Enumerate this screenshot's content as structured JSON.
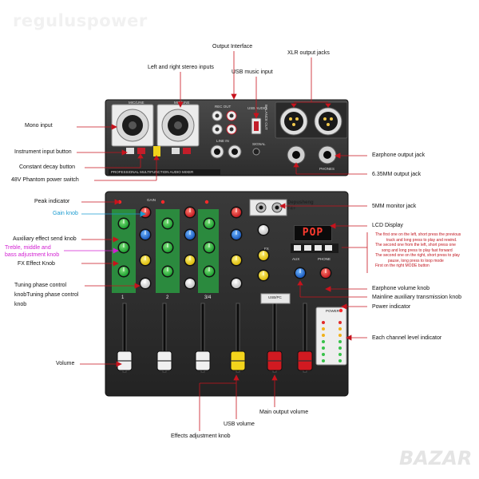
{
  "watermark": "reguluspower",
  "watermark_bottom": "BAZAR",
  "device": {
    "brand": "Depusheng",
    "model": "F4+",
    "panel_title": "PROFESSIONAL MULTIFUNCTION AUDIO MIXER",
    "lcd_text": "POP",
    "channel_labels": [
      "1",
      "2",
      "3/4"
    ],
    "section_labels": {
      "mic_line": "MIC/LINE",
      "rec_out": "REC OUT",
      "line_in": "LINE IN",
      "usb_audio": "USB AUDIO",
      "balance_out": "BALANCE OUT",
      "phones": "PHONES",
      "usb_pc": "USB/PC",
      "power": "POWER",
      "signal": "SIGNAL",
      "aux": "AUX",
      "phone": "PHONE",
      "gain": "GAIN",
      "fx": "FX"
    }
  },
  "callouts": {
    "output_interface": "Output Interface",
    "stereo_inputs": "Left and right stereo inputs",
    "usb_music_input": "USB music input",
    "xlr_output_jacks": "XLR output jacks",
    "mono_input": "Mono input",
    "instrument_input_button": "Instrument input button",
    "constant_decay_button": "Constant decay button",
    "phantom_power_switch": "48V Phantom power switch",
    "earphone_output_jack": "Earphone output jack",
    "output_jack_635": "6.35MM output jack",
    "peak_indicator": "Peak indicator",
    "gain_knob": "Gain knob",
    "monitor_jack_5mm": "5MM monitor jack",
    "lcd_display": "LCD Display",
    "aux_effect_send_knob": "Auxiliary effect send knob",
    "treble_mid_bass_knob": [
      "Treble, middle and",
      "bass adjustment knob"
    ],
    "fx_effect_knob": "FX Effect Knob",
    "tuning_phase_knob": [
      "Tuning phase control",
      "knobTuning phase control",
      "knob"
    ],
    "earphone_volume_knob": "Earphone volume knob",
    "mainline_aux_knob": "Mainline auxiliary transmission knob",
    "power_indicator": "Power indicator",
    "channel_level_indicator": "Each channel level indicator",
    "volume": "Volume",
    "main_output_volume": "Main output volume",
    "usb_volume": "USB volume",
    "effects_adjustment_knob": "Effects adjustment knob"
  },
  "button_notes": [
    "The first one on the left, short press the previous",
    "track and long press to play and rewind.",
    "The second one from the left, short press one",
    "song and long press to play fast forward",
    "The second one on the right, short press to play",
    "pause, long press to loop mode",
    "First on the right MODE button"
  ],
  "colors": {
    "callout_red": "#c8131d",
    "gain_blue": "#1a9bd0",
    "treble_magenta": "#d21fd2",
    "panel_dark": "#2b2b2b",
    "eq_green": "#2ea84b",
    "lcd_red": "#ff3b2f"
  }
}
